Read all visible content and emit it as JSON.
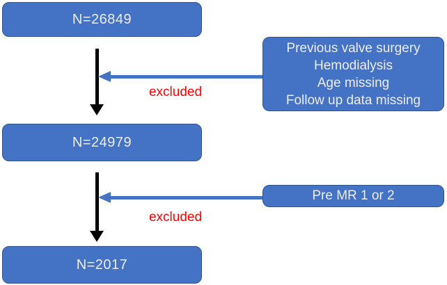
{
  "diagram": {
    "type": "flowchart",
    "nodes": {
      "top": {
        "label": "N=26849"
      },
      "middle": {
        "label": "N=24979"
      },
      "bottom": {
        "label": "N=2017"
      }
    },
    "exclusions": {
      "first": {
        "lines": [
          "Previous valve surgery",
          "Hemodialysis",
          "Age missing",
          "Follow up data missing"
        ],
        "edge_label": "excluded"
      },
      "second": {
        "lines": [
          "Pre MR 1 or 2"
        ],
        "edge_label": "excluded"
      }
    },
    "colors": {
      "background": "#FFFFFF",
      "node_fill": "#4472C4",
      "node_border": "#2F528F",
      "node_text": "#EDEDED",
      "flow_arrow": "#000000",
      "exclusion_arrow": "#4472C4",
      "edge_label_text": "#FF0000"
    }
  }
}
